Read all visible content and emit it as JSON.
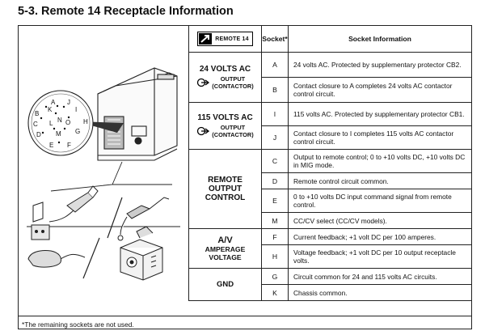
{
  "page": {
    "title": "5-3.  Remote 14 Receptacle Information",
    "footnote": "*The remaining sockets are not used."
  },
  "receptacle_pins": [
    "A",
    "J",
    "K",
    "I",
    "B",
    "N",
    "H",
    "C",
    "L",
    "G",
    "D",
    "M",
    "E",
    "F",
    "O"
  ],
  "table": {
    "header_logo_text": "REMOTE 14",
    "col_socket": "Socket*",
    "col_info": "Socket Information",
    "groups": [
      {
        "title": "24 VOLTS AC",
        "sub": [
          "OUTPUT",
          "(CONTACTOR)"
        ]
      },
      {
        "title": "115 VOLTS AC",
        "sub": [
          "OUTPUT",
          "(CONTACTOR)"
        ]
      },
      {
        "title": "REMOTE OUTPUT CONTROL"
      },
      {
        "title": "A/V",
        "sub": [
          "AMPERAGE VOLTAGE"
        ]
      },
      {
        "title": "GND"
      }
    ],
    "rows": [
      {
        "socket": "A",
        "info": "24 volts AC. Protected by supplementary protector CB2."
      },
      {
        "socket": "B",
        "info": "Contact closure to A completes 24 volts AC contactor control circuit."
      },
      {
        "socket": "I",
        "info": "115 volts AC. Protected by supplementary protector CB1."
      },
      {
        "socket": "J",
        "info": "Contact closure to I completes 115 volts AC contactor control circuit."
      },
      {
        "socket": "C",
        "info": "Output to remote control; 0 to +10 volts DC, +10 volts DC in MIG mode."
      },
      {
        "socket": "D",
        "info": "Remote control circuit common."
      },
      {
        "socket": "E",
        "info": "0 to +10 volts DC input command signal from remote control."
      },
      {
        "socket": "M",
        "info": "CC/CV select (CC/CV models)."
      },
      {
        "socket": "F",
        "info": "Current feedback; +1 volt DC per 100 amperes."
      },
      {
        "socket": "H",
        "info": "Voltage feedback; +1 volt DC per 10 output receptacle volts."
      },
      {
        "socket": "G",
        "info": "Circuit common for 24 and 115 volts AC circuits."
      },
      {
        "socket": "K",
        "info": "Chassis common."
      }
    ]
  }
}
